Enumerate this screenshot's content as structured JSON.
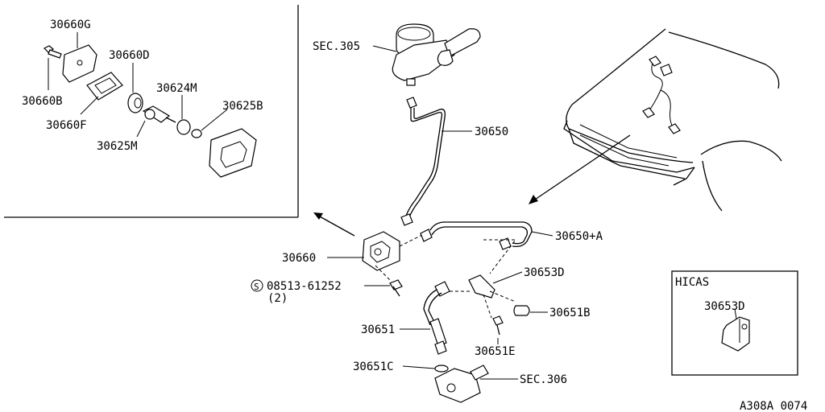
{
  "labels": {
    "p30660G": "30660G",
    "p30660D": "30660D",
    "p30660B": "30660B",
    "p30660F": "30660F",
    "p30624M": "30624M",
    "p30625B": "30625B",
    "p30625M": "30625M",
    "sec305": "SEC.305",
    "p30650": "30650",
    "p30650A": "30650+A",
    "p30660": "30660",
    "p30653D": "30653D",
    "bolt": "08513-61252",
    "bolt_qty": "(2)",
    "bolt_symbol": "S",
    "p30651": "30651",
    "p30651B": "30651B",
    "p30651E": "30651E",
    "p30651C": "30651C",
    "sec306": "SEC.306",
    "hicas_title": "HICAS",
    "hicas_part": "30653D",
    "ref_code": "A308A 0074"
  }
}
